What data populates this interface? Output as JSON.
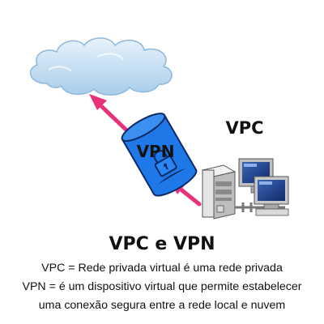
{
  "diagram": {
    "vpn_label": "VPN",
    "vpc_label": "VPC"
  },
  "title": "VPC e VPN",
  "caption_lines": [
    "VPC = Rede privada virtual é uma rede privada",
    "VPN = é um dispositivo virtual que permite estabelecer",
    "uma conexão segura entre a rede local e nuvem"
  ],
  "colors": {
    "cloud_fill": "#b9d8f0",
    "cloud_stroke": "#8fb8dc",
    "vpn_fill": "#1e78e8",
    "arrow": "#e8317a"
  },
  "icons": [
    "cloud-icon",
    "vpn-cylinder-icon",
    "padlock-icon",
    "server-icon",
    "computer-icon"
  ]
}
